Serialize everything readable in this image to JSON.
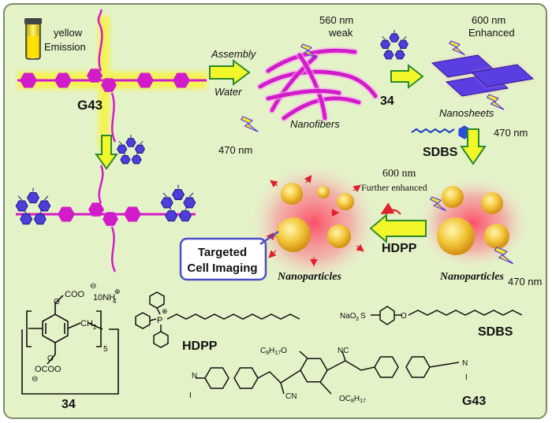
{
  "vial": {
    "line1": "yellow",
    "line2": "Emission"
  },
  "g43_label": "G43",
  "assembly": {
    "line1": "Assembly",
    "line2": "Water"
  },
  "nanofibers": {
    "label": "Nanofibers",
    "emission": "560 nm",
    "emission_note": "weak",
    "excitation": "470 nm"
  },
  "compound_34_label": "34",
  "nanosheets": {
    "label": "Nanosheets",
    "emission": "600 nm",
    "emission_note": "Enhanced",
    "excitation": "470 nm"
  },
  "sdbs_label": "SDBS",
  "particles_right": {
    "label": "Nanoparticles",
    "emission": "600 nm",
    "emission_note": "Further enhanced",
    "excitation": "470 nm"
  },
  "hdpp_label": "HDPP",
  "particles_left": {
    "label": "Nanoparticles"
  },
  "targeted": {
    "line1": "Targeted",
    "line2": "Cell Imaging"
  },
  "structures": {
    "s34": {
      "coo_top": "COO",
      "charge": "⊖",
      "counterion": "10NH",
      "sub4": "4",
      "plus": "⊕",
      "ch2": "CH",
      "sub2": "2",
      "n": "5",
      "oc_bottom": "OCOO",
      "label": "34"
    },
    "hdpp": {
      "p": "P",
      "plus": "⊕",
      "label": "HDPP"
    },
    "sdbs": {
      "head": "NaO",
      "sub3": "3",
      "s": "S",
      "o": "O",
      "label": "SDBS"
    },
    "g43": {
      "c8h17o": "C",
      "sub8": "8",
      "h": "H",
      "sub17": "17",
      "o": "O",
      "cn_top": "NC",
      "cn_bottom": "CN",
      "n": "N",
      "i": "I",
      "label": "G43"
    }
  },
  "colors": {
    "panel": "#e4f2c8",
    "magenta": "#d21cc9",
    "yellow_glow": "#f6f24a",
    "arrow_fill": "#f2f72a",
    "arrow_edge": "#2b8a2b",
    "macrocycle": "#4b3fd9",
    "sheet": "#5b3ee0",
    "particle": "#f3c63a",
    "glow_red": "#ff4a6a",
    "lightning": "#f5e62e"
  }
}
